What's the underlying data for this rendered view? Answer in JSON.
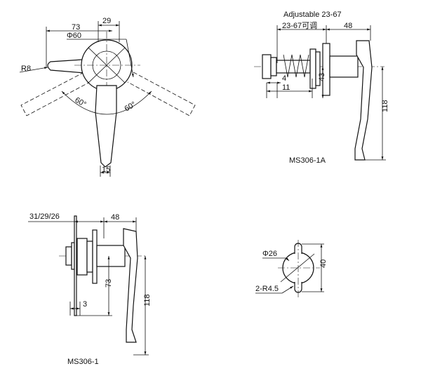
{
  "view_front": {
    "dim_width": "73",
    "dim_hub": "29",
    "dim_diameter": "Φ60",
    "dim_radius": "R8",
    "angle_left": "60°",
    "angle_right": "60°",
    "dim_handle_width": "15"
  },
  "view_1a": {
    "adjustable_note": "Adjustable 23-67",
    "adjust_range": "23-67可调",
    "dim_length": "48",
    "dim_4": "4",
    "dim_11": "11",
    "dim_43": "43",
    "dim_118": "118",
    "model": "MS306-1A"
  },
  "view_1": {
    "dim_grip": "31/29/26",
    "dim_length": "48",
    "dim_73": "73",
    "dim_3": "3",
    "dim_118": "118",
    "model": "MS306-1"
  },
  "cutout": {
    "dim_diameter": "Φ26",
    "dim_height": "40",
    "dim_radius": "2-R4.5"
  }
}
